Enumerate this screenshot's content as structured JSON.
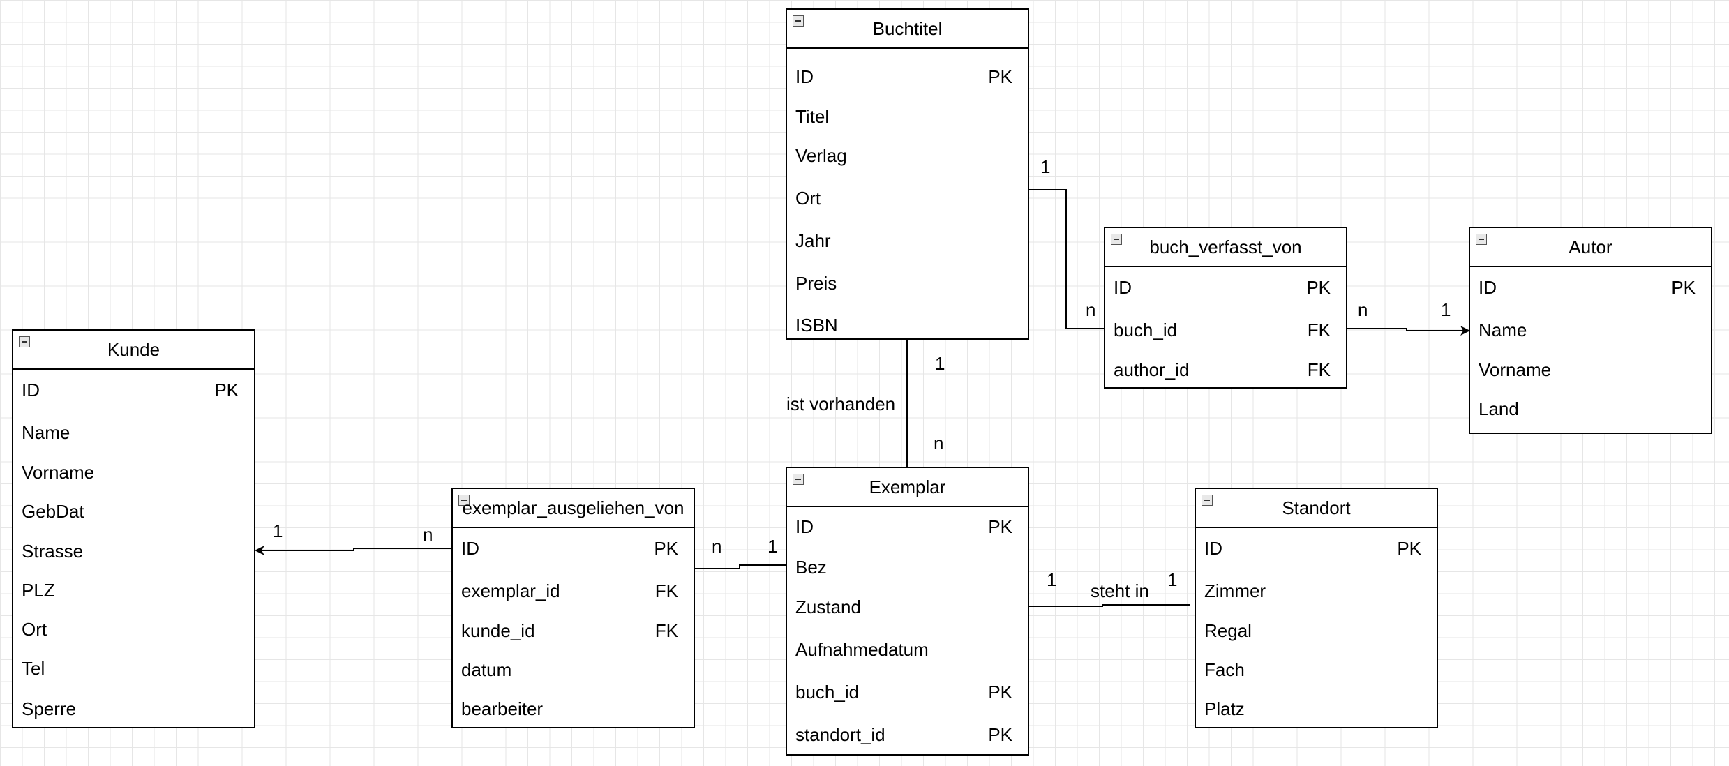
{
  "entities": {
    "buchtitel": {
      "title": "Buchtitel",
      "fields": [
        {
          "name": "ID",
          "key": "PK"
        },
        {
          "name": "Titel",
          "key": ""
        },
        {
          "name": "Verlag",
          "key": ""
        },
        {
          "name": "Ort",
          "key": ""
        },
        {
          "name": "Jahr",
          "key": ""
        },
        {
          "name": "Preis",
          "key": ""
        },
        {
          "name": "ISBN",
          "key": ""
        }
      ]
    },
    "buch_verfasst_von": {
      "title": "buch_verfasst_von",
      "fields": [
        {
          "name": "ID",
          "key": "PK"
        },
        {
          "name": "buch_id",
          "key": "FK"
        },
        {
          "name": "author_id",
          "key": "FK"
        }
      ]
    },
    "autor": {
      "title": "Autor",
      "fields": [
        {
          "name": "ID",
          "key": "PK"
        },
        {
          "name": "Name",
          "key": ""
        },
        {
          "name": "Vorname",
          "key": ""
        },
        {
          "name": "Land",
          "key": ""
        }
      ]
    },
    "kunde": {
      "title": "Kunde",
      "fields": [
        {
          "name": "ID",
          "key": "PK"
        },
        {
          "name": "Name",
          "key": ""
        },
        {
          "name": "Vorname",
          "key": ""
        },
        {
          "name": "GebDat",
          "key": ""
        },
        {
          "name": "Strasse",
          "key": ""
        },
        {
          "name": "PLZ",
          "key": ""
        },
        {
          "name": "Ort",
          "key": ""
        },
        {
          "name": "Tel",
          "key": ""
        },
        {
          "name": "Sperre",
          "key": ""
        }
      ]
    },
    "exemplar_ausgeliehen_von": {
      "title": "exemplar_ausgeliehen_von",
      "fields": [
        {
          "name": "ID",
          "key": "PK"
        },
        {
          "name": "exemplar_id",
          "key": "FK"
        },
        {
          "name": "kunde_id",
          "key": "FK"
        },
        {
          "name": "datum",
          "key": ""
        },
        {
          "name": "bearbeiter",
          "key": ""
        }
      ]
    },
    "exemplar": {
      "title": "Exemplar",
      "fields": [
        {
          "name": "ID",
          "key": "PK"
        },
        {
          "name": "Bez",
          "key": ""
        },
        {
          "name": "Zustand",
          "key": ""
        },
        {
          "name": "Aufnahmedatum",
          "key": ""
        },
        {
          "name": "buch_id",
          "key": "PK"
        },
        {
          "name": "standort_id",
          "key": "PK"
        }
      ]
    },
    "standort": {
      "title": "Standort",
      "fields": [
        {
          "name": "ID",
          "key": "PK"
        },
        {
          "name": "Zimmer",
          "key": ""
        },
        {
          "name": "Regal",
          "key": ""
        },
        {
          "name": "Fach",
          "key": ""
        },
        {
          "name": "Platz",
          "key": ""
        }
      ]
    }
  },
  "labels": {
    "buchtitel_bvv_1": "1",
    "buchtitel_bvv_n": "n",
    "bvv_autor_n": "n",
    "bvv_autor_1": "1",
    "buchtitel_exemplar_1": "1",
    "buchtitel_exemplar_n": "n",
    "buchtitel_exemplar_rel": "ist vorhanden",
    "eav_kunde_1": "1",
    "eav_kunde_n": "n",
    "eav_exemplar_n": "n",
    "eav_exemplar_1": "1",
    "exemplar_standort_1a": "1",
    "exemplar_standort_1b": "1",
    "exemplar_standort_rel": "steht in"
  }
}
